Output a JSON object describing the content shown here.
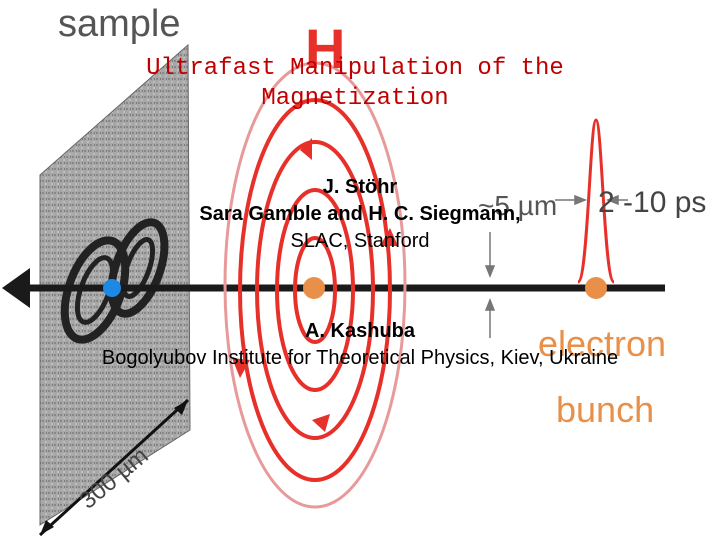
{
  "slide": {
    "title_line1": "Ultrafast Manipulation of the",
    "title_line2": "Magnetization",
    "authors": [
      {
        "name": "J. Stöhr"
      },
      {
        "name": "Sara Gamble and H. C. Siegmann,"
      },
      {
        "affiliation": "SLAC, Stanford"
      }
    ],
    "author2": {
      "name": "A. Kashuba",
      "affiliation": "Bogolyubov Institute for Theoretical Physics, Kiev, Ukraine"
    }
  },
  "figure": {
    "sample_label": "sample",
    "field_label": "H",
    "beam_size_label": "~5 µm",
    "pulse_length_label": "2 -10 ps",
    "sample_size_label": "300 µm",
    "bunch_label_line1": "electron",
    "bunch_label_line2": "bunch",
    "colors": {
      "field_red": "#e8302a",
      "electron_orange": "#e8904a",
      "marker_blue": "#1e88e5",
      "plate_gray": "#9a9a9a"
    }
  }
}
